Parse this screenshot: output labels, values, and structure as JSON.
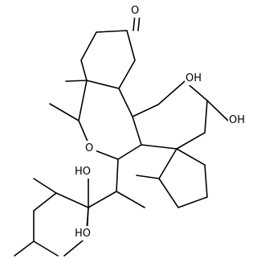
{
  "structure": {
    "atoms": {
      "ketone_oxygen": "O",
      "ring_oxygen": "O",
      "hydroxyl_top": "OH",
      "hydroxyl_right": "OH",
      "hydroxyl_side_upper": "HO",
      "hydroxyl_side_lower": "HO"
    },
    "colors": {
      "bond": "#000000",
      "background": "#ffffff"
    }
  }
}
